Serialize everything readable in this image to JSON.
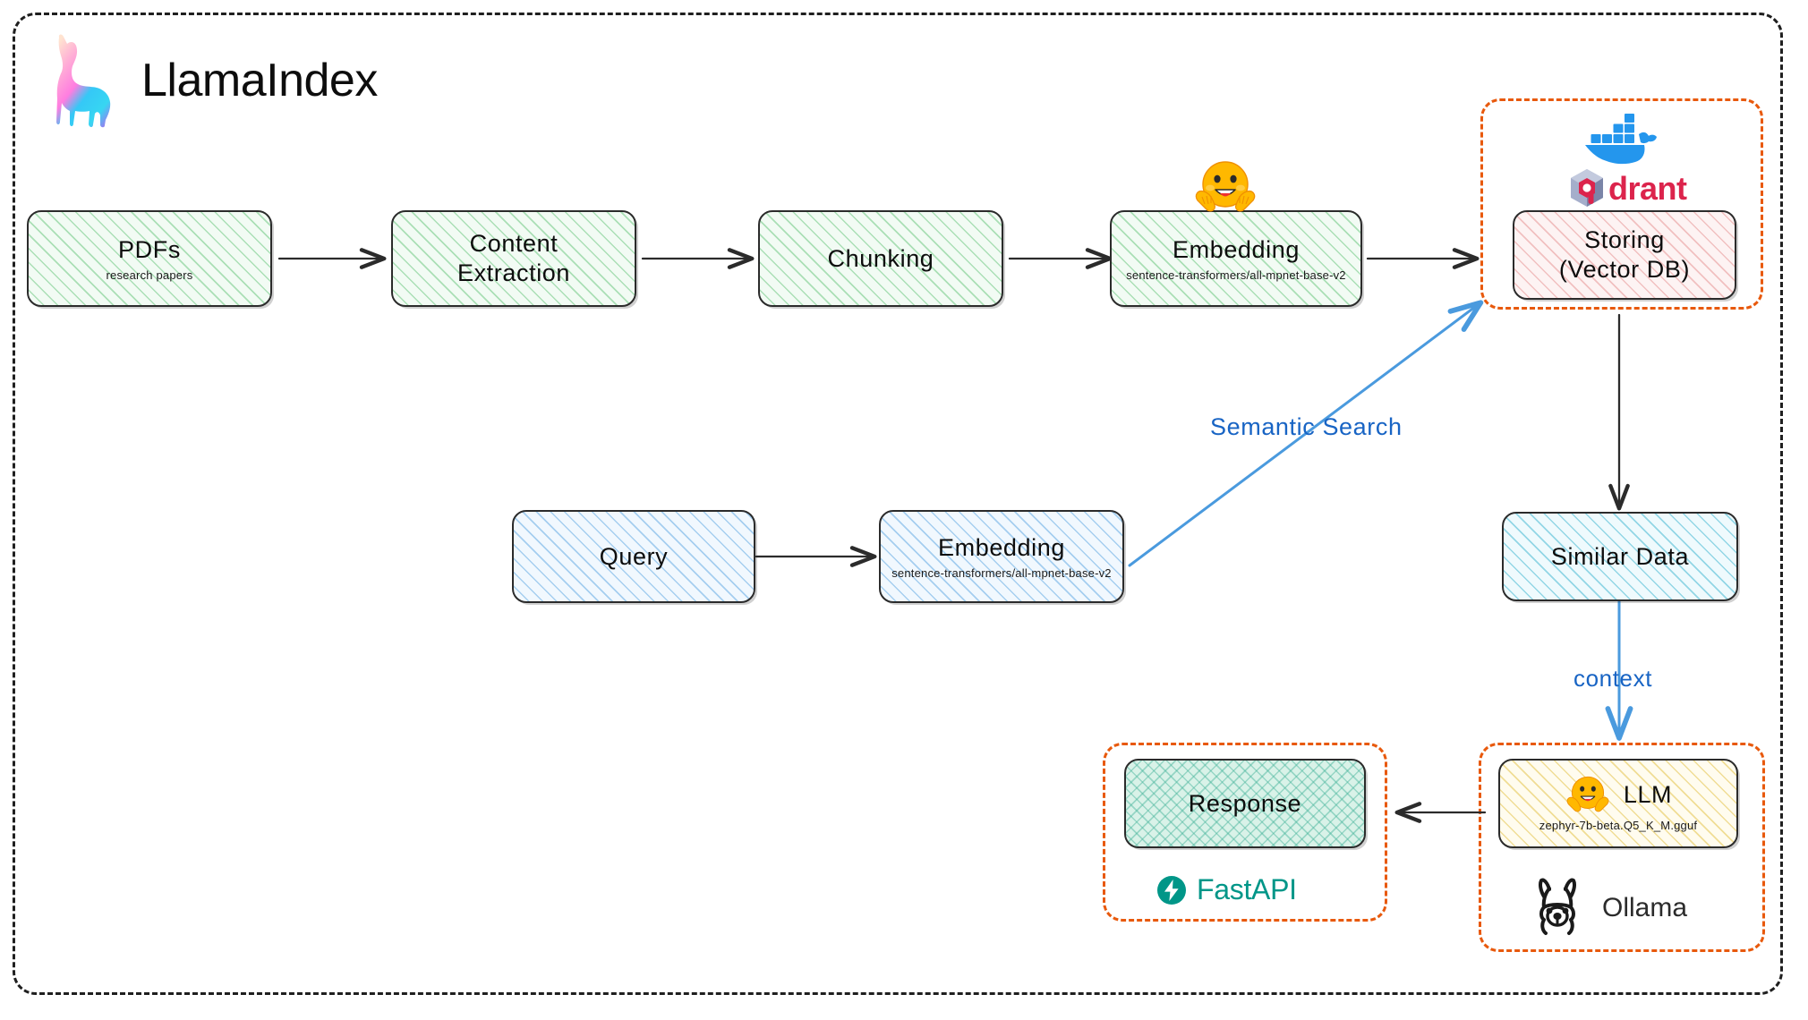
{
  "brand": {
    "name": "LlamaIndex",
    "logo_icon": "llama-logo-icon"
  },
  "colors": {
    "group_border": "#e8590c",
    "edge_blue": "#1864c4",
    "arrow_black": "#2b2b2b",
    "docker_blue": "#2496ed",
    "qdrant_red": "#dc244c",
    "fastapi_teal": "#009688",
    "node_stroke": "#2b2b2b"
  },
  "nodes": {
    "pdfs": {
      "title": "PDFs",
      "sub": "research papers"
    },
    "extraction": {
      "title": "Content\nExtraction",
      "sub": ""
    },
    "chunking": {
      "title": "Chunking",
      "sub": ""
    },
    "embedding1": {
      "title": "Embedding",
      "sub": "sentence-transformers/all-mpnet-base-v2"
    },
    "storing": {
      "title": "Storing\n(Vector DB)",
      "sub": ""
    },
    "query": {
      "title": "Query",
      "sub": ""
    },
    "embedding2": {
      "title": "Embedding",
      "sub": "sentence-transformers/all-mpnet-base-v2"
    },
    "similar": {
      "title": "Similar Data",
      "sub": ""
    },
    "llm": {
      "title": "LLM",
      "sub": "zephyr-7b-beta.Q5_K_M.gguf"
    },
    "response": {
      "title": "Response",
      "sub": ""
    }
  },
  "node_titles": {
    "pdfs": "PDFs",
    "extraction_line1": "Content",
    "extraction_line2": "Extraction",
    "chunking": "Chunking",
    "embedding1": "Embedding",
    "storing_line1": "Storing",
    "storing_line2": "(Vector DB)",
    "query": "Query",
    "embedding2": "Embedding",
    "similar": "Similar Data",
    "llm": "LLM",
    "response": "Response"
  },
  "node_subs": {
    "pdfs": "research papers",
    "embedding1": "sentence-transformers/all-mpnet-base-v2",
    "embedding2": "sentence-transformers/all-mpnet-base-v2",
    "llm": "zephyr-7b-beta.Q5_K_M.gguf"
  },
  "edge_labels": {
    "semantic_search": "Semantic Search",
    "context": "context"
  },
  "logos": {
    "docker": {
      "name": "docker-icon",
      "label": ""
    },
    "qdrant": {
      "name": "qdrant-logo",
      "label": "drant"
    },
    "huggingface_embedding": {
      "name": "hugging-face-emoji"
    },
    "huggingface_llm": {
      "name": "hugging-face-emoji"
    },
    "fastapi": {
      "name": "fastapi-logo",
      "label": "FastAPI"
    },
    "ollama": {
      "name": "ollama-logo",
      "label": "Ollama"
    }
  },
  "groups": {
    "vector_db": "qdrant-docker-group",
    "api": "fastapi-group",
    "ollama": "ollama-group"
  }
}
